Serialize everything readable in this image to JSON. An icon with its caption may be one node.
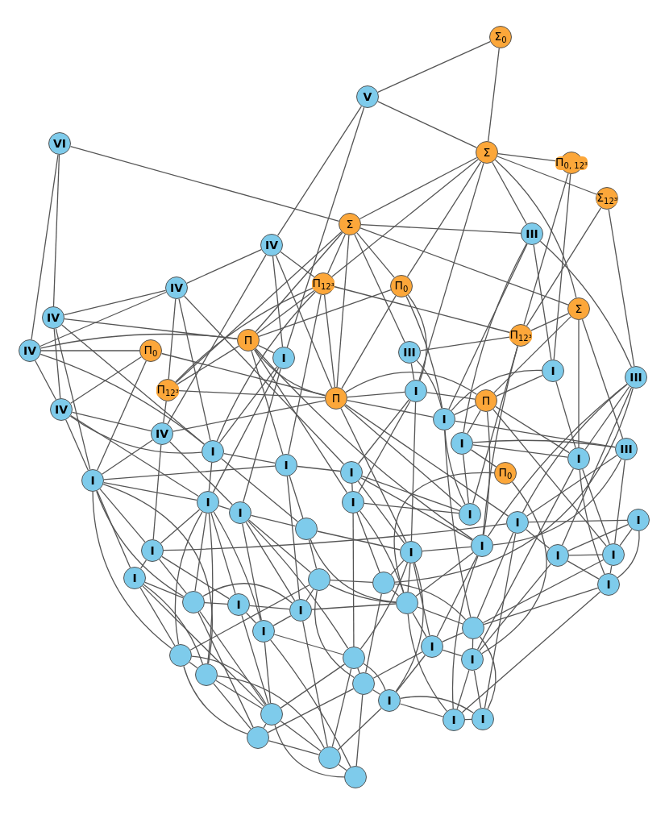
{
  "diagram": {
    "nodes": [
      {
        "text": [
          "Σ$_{0}$"
        ]
      },
      {
        "text": [
          "V"
        ]
      },
      {
        "text": [
          "VI"
        ]
      },
      {
        "text": [
          "Σ"
        ]
      },
      {
        "text": [
          "Π$_{0, 12³}$"
        ]
      },
      {
        "text": [
          "Σ$_{12³}$"
        ]
      },
      {
        "text": [
          "Σ"
        ]
      },
      {
        "text": [
          "III"
        ]
      },
      {
        "text": [
          "IV"
        ]
      },
      {
        "text": [
          "Π$_{12³}$"
        ]
      },
      {
        "text": [
          "Π$_{0}$"
        ]
      },
      {
        "text": [
          "IV"
        ]
      },
      {
        "text": [
          "Σ"
        ]
      },
      {
        "text": [
          "IV"
        ]
      },
      {
        "text": [
          "Π$_{12³}$"
        ]
      },
      {
        "text": [
          "IV"
        ]
      },
      {
        "text": [
          "Π"
        ]
      },
      {
        "text": [
          "Π$_{0}$"
        ]
      },
      {
        "text": [
          "I"
        ]
      },
      {
        "text": [
          "III"
        ]
      },
      {
        "text": [
          "I"
        ]
      },
      {
        "text": [
          "III"
        ]
      },
      {
        "text": [
          "Π$_{12³}$"
        ]
      },
      {
        "text": [
          "I"
        ]
      },
      {
        "text": [
          "Π"
        ]
      },
      {
        "text": [
          "Π"
        ]
      },
      {
        "text": [
          "IV"
        ]
      },
      {
        "text": [
          "I"
        ]
      },
      {
        "text": [
          "IV"
        ]
      },
      {
        "text": [
          "I"
        ]
      },
      {
        "text": [
          "I"
        ]
      },
      {
        "text": [
          "III"
        ]
      },
      {
        "text": [
          "I"
        ]
      },
      {
        "text": [
          "I"
        ]
      },
      {
        "text": [
          "I"
        ]
      },
      {
        "text": [
          "Π$_{0}$"
        ]
      },
      {
        "text": [
          "I"
        ]
      },
      {
        "text": [
          "I"
        ]
      },
      {
        "text": [
          "I"
        ]
      },
      {
        "text": [
          "I"
        ]
      },
      {
        "text": [
          "I"
        ]
      },
      {
        "text": [
          "I"
        ]
      },
      {
        "text": [
          "I"
        ]
      },
      {
        "text": [],
        "shape": "circle"
      },
      {
        "text": [
          "I"
        ]
      },
      {
        "text": [
          "I"
        ]
      },
      {
        "text": [
          "I"
        ]
      },
      {
        "text": [
          "I"
        ]
      },
      {
        "text": [
          "I"
        ]
      },
      {
        "text": [
          "I"
        ]
      },
      {
        "text": [],
        "shape": "circle"
      },
      {
        "text": [],
        "shape": "circle"
      },
      {
        "text": [
          "I"
        ]
      },
      {
        "text": [],
        "shape": "circle"
      },
      {
        "text": [
          "I"
        ]
      },
      {
        "text": [
          "I"
        ]
      },
      {
        "text": [],
        "shape": "circle"
      },
      {
        "text": [
          "I"
        ]
      },
      {
        "text": [],
        "shape": "circle"
      },
      {
        "text": [
          "I"
        ]
      },
      {
        "text": [],
        "shape": "circle"
      },
      {
        "text": [
          "I"
        ]
      },
      {
        "text": [],
        "shape": "circle"
      },
      {
        "text": [],
        "shape": "circle"
      },
      {
        "text": [],
        "shape": "circle"
      },
      {
        "text": [
          "I"
        ]
      },
      {
        "text": [],
        "shape": "circle"
      },
      {
        "text": [
          "I"
        ]
      },
      {
        "text": [
          "I"
        ]
      },
      {
        "text": [],
        "shape": "circle"
      },
      {
        "text": [],
        "shape": "circle"
      },
      {
        "text": [],
        "shape": "circle"
      }
    ],
    "edges": [
      {
        "from": 0,
        "to": 1,
        "arrow": "none"
      },
      {
        "from": 0,
        "to": 3,
        "arrow": "none"
      },
      {
        "from": 1,
        "to": 3,
        "arrow": "none"
      },
      {
        "from": 1,
        "to": 8,
        "arrow": "none"
      },
      {
        "from": 1,
        "to": 18,
        "arrow": "none"
      },
      {
        "from": 2,
        "to": 6,
        "arrow": "none"
      },
      {
        "from": 2,
        "to": 13,
        "arrow": "none"
      },
      {
        "from": 2,
        "to": 15,
        "arrow": "none"
      },
      {
        "from": 3,
        "to": 4,
        "arrow": "none"
      },
      {
        "from": 3,
        "to": 5,
        "arrow": "none"
      },
      {
        "from": 3,
        "to": 7,
        "arrow": "none"
      },
      {
        "from": 3,
        "to": 12,
        "arrow": "none"
      },
      {
        "from": 3,
        "to": 6,
        "arrow": "none"
      },
      {
        "from": 3,
        "to": 9,
        "arrow": "none"
      },
      {
        "from": 3,
        "to": 10,
        "arrow": "none"
      },
      {
        "from": 3,
        "to": 23,
        "arrow": "none"
      },
      {
        "from": 4,
        "to": 14,
        "arrow": "none"
      },
      {
        "from": 4,
        "to": 20,
        "arrow": "none"
      },
      {
        "from": 5,
        "to": 14,
        "arrow": "none"
      },
      {
        "from": 5,
        "to": 21,
        "arrow": "none"
      },
      {
        "from": 6,
        "to": 7,
        "arrow": "none"
      },
      {
        "from": 6,
        "to": 12,
        "arrow": "none"
      },
      {
        "from": 6,
        "to": 10,
        "arrow": "none"
      },
      {
        "from": 6,
        "to": 24,
        "arrow": "none"
      },
      {
        "from": 6,
        "to": 19,
        "arrow": "none"
      },
      {
        "from": 6,
        "to": 16,
        "arrow": "none"
      },
      {
        "from": 6,
        "to": 9,
        "arrow": "none"
      },
      {
        "from": 6,
        "to": 22,
        "arrow": "none"
      },
      {
        "from": 7,
        "to": 21,
        "arrow": "none"
      },
      {
        "from": 7,
        "to": 20,
        "arrow": "none"
      },
      {
        "from": 7,
        "to": 27,
        "arrow": "none"
      },
      {
        "from": 7,
        "to": 30,
        "arrow": "none"
      },
      {
        "from": 12,
        "to": 14,
        "arrow": "none"
      },
      {
        "from": 12,
        "to": 32,
        "arrow": "none"
      },
      {
        "from": 12,
        "to": 31,
        "arrow": "none"
      },
      {
        "from": 12,
        "to": 25,
        "arrow": "none"
      },
      {
        "from": 10,
        "to": 23,
        "arrow": "none"
      },
      {
        "from": 10,
        "to": 27,
        "arrow": "none"
      },
      {
        "from": 10,
        "to": 16,
        "arrow": "none"
      },
      {
        "from": 10,
        "to": 24,
        "arrow": "none"
      },
      {
        "from": 9,
        "to": 14,
        "arrow": "none"
      },
      {
        "from": 14,
        "to": 19,
        "arrow": "none"
      },
      {
        "from": 14,
        "to": 40,
        "arrow": "none"
      },
      {
        "from": 14,
        "to": 44,
        "arrow": "none"
      },
      {
        "from": 8,
        "to": 11,
        "arrow": "none"
      },
      {
        "from": 8,
        "to": 9,
        "arrow": "none"
      },
      {
        "from": 8,
        "to": 28,
        "arrow": "none"
      },
      {
        "from": 8,
        "to": 24,
        "arrow": "none"
      },
      {
        "from": 8,
        "to": 18,
        "arrow": "none"
      },
      {
        "from": 11,
        "to": 13,
        "arrow": "none"
      },
      {
        "from": 11,
        "to": 15,
        "arrow": "none"
      },
      {
        "from": 11,
        "to": 22,
        "arrow": "none"
      },
      {
        "from": 11,
        "to": 29,
        "arrow": "none"
      },
      {
        "from": 11,
        "to": 34,
        "arrow": "none"
      },
      {
        "from": 13,
        "to": 16,
        "arrow": "none"
      },
      {
        "from": 13,
        "to": 26,
        "arrow": "none"
      },
      {
        "from": 13,
        "to": 29,
        "arrow": "none"
      },
      {
        "from": 13,
        "to": 36,
        "arrow": "none"
      },
      {
        "from": 15,
        "to": 17,
        "arrow": "none"
      },
      {
        "from": 15,
        "to": 16,
        "arrow": "none"
      },
      {
        "from": 15,
        "to": 26,
        "arrow": "none"
      },
      {
        "from": 15,
        "to": 29,
        "arrow": "none"
      },
      {
        "from": 17,
        "to": 26,
        "arrow": "none"
      },
      {
        "from": 17,
        "to": 36,
        "arrow": "none"
      },
      {
        "from": 17,
        "to": 24,
        "arrow": "none"
      },
      {
        "from": 22,
        "to": 16,
        "arrow": "none"
      },
      {
        "from": 22,
        "to": 28,
        "arrow": "none"
      },
      {
        "from": 22,
        "to": 24,
        "arrow": "none"
      },
      {
        "from": 26,
        "to": 28,
        "arrow": "none"
      },
      {
        "from": 26,
        "to": 36,
        "arrow": "none"
      },
      {
        "from": 26,
        "to": 29,
        "arrow": "none"
      },
      {
        "from": 26,
        "to": 37,
        "arrow": "none"
      },
      {
        "from": 28,
        "to": 36,
        "arrow": "none"
      },
      {
        "from": 28,
        "to": 46,
        "arrow": "none"
      },
      {
        "from": 28,
        "to": 24,
        "arrow": "none"
      },
      {
        "from": 28,
        "to": 39,
        "arrow": "none"
      },
      {
        "from": 29,
        "to": 33,
        "arrow": "none"
      },
      {
        "from": 29,
        "to": 37,
        "arrow": "none"
      },
      {
        "from": 29,
        "to": 43,
        "arrow": "none"
      },
      {
        "from": 36,
        "to": 33,
        "arrow": "none"
      },
      {
        "from": 36,
        "to": 37,
        "arrow": "none"
      },
      {
        "from": 36,
        "to": 49,
        "arrow": "none"
      },
      {
        "from": 36,
        "to": 46,
        "arrow": "none"
      },
      {
        "from": 36,
        "to": 53,
        "arrow": "none"
      },
      {
        "from": 36,
        "to": 60,
        "arrow": "none"
      },
      {
        "from": 36,
        "to": 63,
        "arrow": "none"
      },
      {
        "from": 37,
        "to": 39,
        "arrow": "none"
      },
      {
        "from": 37,
        "to": 46,
        "arrow": "none"
      },
      {
        "from": 37,
        "to": 54,
        "arrow": "none"
      },
      {
        "from": 37,
        "to": 53,
        "arrow": "none"
      },
      {
        "from": 37,
        "to": 60,
        "arrow": "none"
      },
      {
        "from": 37,
        "to": 63,
        "arrow": "none"
      },
      {
        "from": 37,
        "to": 57,
        "arrow": "none"
      },
      {
        "from": 39,
        "to": 43,
        "arrow": "none"
      },
      {
        "from": 39,
        "to": 55,
        "arrow": "none"
      },
      {
        "from": 39,
        "to": 57,
        "arrow": "none"
      },
      {
        "from": 39,
        "to": 62,
        "arrow": "none"
      },
      {
        "from": 39,
        "to": 50,
        "arrow": "none"
      },
      {
        "from": 18,
        "to": 29,
        "arrow": "none"
      },
      {
        "from": 18,
        "to": 37,
        "arrow": "none"
      },
      {
        "from": 18,
        "to": 39,
        "arrow": "none"
      },
      {
        "from": 16,
        "to": 18,
        "arrow": "none"
      },
      {
        "from": 16,
        "to": 24,
        "arrow": "none"
      },
      {
        "from": 16,
        "to": 33,
        "arrow": "none"
      },
      {
        "from": 16,
        "to": 9,
        "arrow": "none"
      },
      {
        "from": 16,
        "to": 38,
        "arrow": "none"
      },
      {
        "from": 16,
        "to": 44,
        "arrow": "none"
      },
      {
        "from": 9,
        "to": 22,
        "arrow": "none"
      },
      {
        "from": 9,
        "to": 24,
        "arrow": "none"
      },
      {
        "from": 9,
        "to": 29,
        "arrow": "none"
      },
      {
        "from": 9,
        "to": 33,
        "arrow": "none"
      },
      {
        "from": 19,
        "to": 23,
        "arrow": "none"
      },
      {
        "from": 19,
        "to": 27,
        "arrow": "none"
      },
      {
        "from": 23,
        "to": 25,
        "arrow": "none"
      },
      {
        "from": 23,
        "to": 24,
        "arrow": "none"
      },
      {
        "from": 23,
        "to": 34,
        "arrow": "none"
      },
      {
        "from": 23,
        "to": 38,
        "arrow": "none"
      },
      {
        "from": 23,
        "to": 45,
        "arrow": "none"
      },
      {
        "from": 24,
        "to": 25,
        "arrow": "none"
      },
      {
        "from": 24,
        "to": 27,
        "arrow": "none"
      },
      {
        "from": 24,
        "to": 40,
        "arrow": "none"
      },
      {
        "from": 24,
        "to": 45,
        "arrow": "none"
      },
      {
        "from": 24,
        "to": 42,
        "arrow": "none"
      },
      {
        "from": 25,
        "to": 27,
        "arrow": "none"
      },
      {
        "from": 25,
        "to": 20,
        "arrow": "none"
      },
      {
        "from": 25,
        "to": 30,
        "arrow": "none"
      },
      {
        "from": 25,
        "to": 32,
        "arrow": "none"
      },
      {
        "from": 25,
        "to": 44,
        "arrow": "none"
      },
      {
        "from": 25,
        "to": 48,
        "arrow": "none"
      },
      {
        "from": 27,
        "to": 31,
        "arrow": "none"
      },
      {
        "from": 27,
        "to": 40,
        "arrow": "none"
      },
      {
        "from": 27,
        "to": 58,
        "arrow": "none"
      },
      {
        "from": 30,
        "to": 31,
        "arrow": "none"
      },
      {
        "from": 30,
        "to": 32,
        "arrow": "none"
      },
      {
        "from": 30,
        "to": 35,
        "arrow": "none"
      },
      {
        "from": 30,
        "to": 40,
        "arrow": "none"
      },
      {
        "from": 35,
        "to": 56,
        "arrow": "none"
      },
      {
        "from": 35,
        "to": 61,
        "arrow": "none"
      },
      {
        "from": 20,
        "to": 32,
        "arrow": "none"
      },
      {
        "from": 20,
        "to": 27,
        "arrow": "none"
      },
      {
        "from": 21,
        "to": 32,
        "arrow": "none"
      },
      {
        "from": 21,
        "to": 44,
        "arrow": "none"
      },
      {
        "from": 21,
        "to": 51,
        "arrow": "none"
      },
      {
        "from": 21,
        "to": 42,
        "arrow": "none"
      },
      {
        "from": 21,
        "to": 47,
        "arrow": "none"
      },
      {
        "from": 31,
        "to": 48,
        "arrow": "none"
      },
      {
        "from": 31,
        "to": 44,
        "arrow": "none"
      },
      {
        "from": 31,
        "to": 42,
        "arrow": "none"
      },
      {
        "from": 32,
        "to": 48,
        "arrow": "none"
      },
      {
        "from": 32,
        "to": 52,
        "arrow": "none"
      },
      {
        "from": 32,
        "to": 61,
        "arrow": "none"
      },
      {
        "from": 41,
        "to": 47,
        "arrow": "none"
      },
      {
        "from": 41,
        "to": 48,
        "arrow": "none"
      },
      {
        "from": 41,
        "to": 42,
        "arrow": "none"
      },
      {
        "from": 41,
        "to": 52,
        "arrow": "none"
      },
      {
        "from": 42,
        "to": 47,
        "arrow": "none"
      },
      {
        "from": 42,
        "to": 58,
        "arrow": "none"
      },
      {
        "from": 42,
        "to": 68,
        "arrow": "none"
      },
      {
        "from": 44,
        "to": 45,
        "arrow": "none"
      },
      {
        "from": 44,
        "to": 59,
        "arrow": "none"
      },
      {
        "from": 44,
        "to": 56,
        "arrow": "none"
      },
      {
        "from": 44,
        "to": 67,
        "arrow": "none"
      },
      {
        "from": 45,
        "to": 51,
        "arrow": "none"
      },
      {
        "from": 45,
        "to": 56,
        "arrow": "none"
      },
      {
        "from": 45,
        "to": 59,
        "arrow": "none"
      },
      {
        "from": 45,
        "to": 62,
        "arrow": "none"
      },
      {
        "from": 45,
        "to": 65,
        "arrow": "none"
      },
      {
        "from": 47,
        "to": 48,
        "arrow": "none"
      },
      {
        "from": 47,
        "to": 52,
        "arrow": "none"
      },
      {
        "from": 47,
        "to": 61,
        "arrow": "none"
      },
      {
        "from": 48,
        "to": 52,
        "arrow": "none"
      },
      {
        "from": 48,
        "to": 58,
        "arrow": "none"
      },
      {
        "from": 52,
        "to": 58,
        "arrow": "none"
      },
      {
        "from": 52,
        "to": 67,
        "arrow": "none"
      },
      {
        "from": 38,
        "to": 34,
        "arrow": "none"
      },
      {
        "from": 38,
        "to": 40,
        "arrow": "none"
      },
      {
        "from": 38,
        "to": 56,
        "arrow": "none"
      },
      {
        "from": 38,
        "to": 51,
        "arrow": "none"
      },
      {
        "from": 38,
        "to": 62,
        "arrow": "none"
      },
      {
        "from": 33,
        "to": 34,
        "arrow": "none"
      },
      {
        "from": 33,
        "to": 43,
        "arrow": "none"
      },
      {
        "from": 33,
        "to": 55,
        "arrow": "none"
      },
      {
        "from": 34,
        "to": 45,
        "arrow": "none"
      },
      {
        "from": 34,
        "to": 40,
        "arrow": "none"
      },
      {
        "from": 34,
        "to": 44,
        "arrow": "none"
      },
      {
        "from": 50,
        "to": 51,
        "arrow": "none"
      },
      {
        "from": 50,
        "to": 55,
        "arrow": "none"
      },
      {
        "from": 50,
        "to": 56,
        "arrow": "none"
      },
      {
        "from": 50,
        "to": 60,
        "arrow": "none"
      },
      {
        "from": 50,
        "to": 64,
        "arrow": "none"
      },
      {
        "from": 51,
        "to": 56,
        "arrow": "none"
      },
      {
        "from": 51,
        "to": 58,
        "arrow": "none"
      },
      {
        "from": 51,
        "to": 64,
        "arrow": "none"
      },
      {
        "from": 53,
        "to": 54,
        "arrow": "none"
      },
      {
        "from": 53,
        "to": 55,
        "arrow": "none"
      },
      {
        "from": 53,
        "to": 66,
        "arrow": "none"
      },
      {
        "from": 53,
        "to": 69,
        "arrow": "none"
      },
      {
        "from": 54,
        "to": 55,
        "arrow": "none"
      },
      {
        "from": 54,
        "to": 57,
        "arrow": "none"
      },
      {
        "from": 54,
        "to": 66,
        "arrow": "none"
      },
      {
        "from": 55,
        "to": 56,
        "arrow": "none"
      },
      {
        "from": 55,
        "to": 57,
        "arrow": "none"
      },
      {
        "from": 55,
        "to": 70,
        "arrow": "none"
      },
      {
        "from": 56,
        "to": 58,
        "arrow": "none"
      },
      {
        "from": 56,
        "to": 59,
        "arrow": "none"
      },
      {
        "from": 56,
        "to": 67,
        "arrow": "none"
      },
      {
        "from": 57,
        "to": 62,
        "arrow": "none"
      },
      {
        "from": 57,
        "to": 66,
        "arrow": "none"
      },
      {
        "from": 57,
        "to": 71,
        "arrow": "none"
      },
      {
        "from": 58,
        "to": 59,
        "arrow": "none"
      },
      {
        "from": 58,
        "to": 61,
        "arrow": "none"
      },
      {
        "from": 58,
        "to": 68,
        "arrow": "none"
      },
      {
        "from": 59,
        "to": 61,
        "arrow": "none"
      },
      {
        "from": 59,
        "to": 64,
        "arrow": "none"
      },
      {
        "from": 59,
        "to": 65,
        "arrow": "none"
      },
      {
        "from": 60,
        "to": 63,
        "arrow": "none"
      },
      {
        "from": 60,
        "to": 66,
        "arrow": "none"
      },
      {
        "from": 60,
        "to": 69,
        "arrow": "none"
      },
      {
        "from": 61,
        "to": 67,
        "arrow": "none"
      },
      {
        "from": 61,
        "to": 68,
        "arrow": "none"
      },
      {
        "from": 62,
        "to": 64,
        "arrow": "none"
      },
      {
        "from": 62,
        "to": 65,
        "arrow": "none"
      },
      {
        "from": 62,
        "to": 66,
        "arrow": "none"
      },
      {
        "from": 62,
        "to": 70,
        "arrow": "none"
      },
      {
        "from": 63,
        "to": 66,
        "arrow": "none"
      },
      {
        "from": 63,
        "to": 69,
        "arrow": "none"
      },
      {
        "from": 63,
        "to": 70,
        "arrow": "none"
      },
      {
        "from": 64,
        "to": 65,
        "arrow": "none"
      },
      {
        "from": 64,
        "to": 69,
        "arrow": "none"
      },
      {
        "from": 64,
        "to": 71,
        "arrow": "none"
      },
      {
        "from": 65,
        "to": 67,
        "arrow": "none"
      },
      {
        "from": 65,
        "to": 68,
        "arrow": "none"
      },
      {
        "from": 65,
        "to": 70,
        "arrow": "none"
      },
      {
        "from": 66,
        "to": 69,
        "arrow": "none"
      },
      {
        "from": 66,
        "to": 70,
        "arrow": "none"
      },
      {
        "from": 66,
        "to": 71,
        "arrow": "none"
      },
      {
        "from": 67,
        "to": 68,
        "arrow": "none"
      },
      {
        "from": 69,
        "to": 70,
        "arrow": "none"
      },
      {
        "from": 70,
        "to": 71,
        "arrow": "none"
      },
      {
        "from": 46,
        "to": 49,
        "arrow": "none"
      },
      {
        "from": 46,
        "to": 53,
        "arrow": "none"
      },
      {
        "from": 46,
        "to": 54,
        "arrow": "none"
      },
      {
        "from": 46,
        "to": 42,
        "arrow": "none"
      },
      {
        "from": 49,
        "to": 53,
        "arrow": "none"
      },
      {
        "from": 49,
        "to": 60,
        "arrow": "none"
      },
      {
        "from": 49,
        "to": 63,
        "arrow": "none"
      },
      {
        "from": 49,
        "to": 66,
        "arrow": "none"
      },
      {
        "from": 43,
        "to": 50,
        "arrow": "none"
      },
      {
        "from": 43,
        "to": 56,
        "arrow": "none"
      },
      {
        "from": 43,
        "to": 45,
        "arrow": "none"
      }
    ]
  }
}
